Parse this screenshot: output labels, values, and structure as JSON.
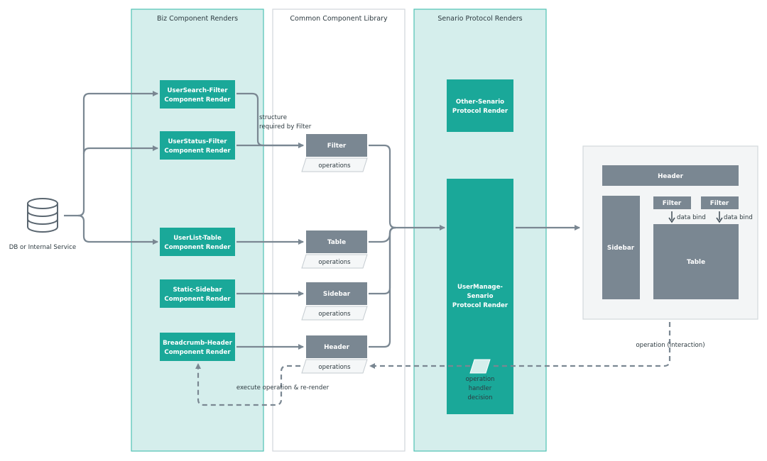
{
  "lanes": {
    "biz": "Biz Component Renders",
    "common": "Common Component Library",
    "senario": "Senario Protocol Renders"
  },
  "source": {
    "label": "DB or Internal Service",
    "icon": "database-icon"
  },
  "biz_renders": [
    {
      "line1": "UserSearch-Filter",
      "line2": "Component Render"
    },
    {
      "line1": "UserStatus-Filter",
      "line2": "Component Render"
    },
    {
      "line1": "UserList-Table",
      "line2": "Component Render"
    },
    {
      "line1": "Static-Sidebar",
      "line2": "Component Render"
    },
    {
      "line1": "Breadcrumb-Header",
      "line2": "Component Render"
    }
  ],
  "common_components": [
    {
      "name": "Filter",
      "ops": "operations"
    },
    {
      "name": "Table",
      "ops": "operations"
    },
    {
      "name": "Sidebar",
      "ops": "operations"
    },
    {
      "name": "Header",
      "ops": "operations"
    }
  ],
  "senario_renders": {
    "other": {
      "line1": "Other-Senario",
      "line2": "Protocol Render"
    },
    "usermanage": {
      "line1": "UserManage-",
      "line2": "Senario",
      "line3": "Protocol Render"
    },
    "handler": {
      "line1": "operation",
      "line2": "handler",
      "line3": "decision"
    }
  },
  "annotations": {
    "structure_line1": "structure",
    "structure_line2": "required by Filter",
    "operation_interaction": "operation (interaction)",
    "execute": "execute operation & re-render"
  },
  "result_ui": {
    "header": "Header",
    "sidebar": "Sidebar",
    "filter1": "Filter",
    "filter2": "Filter",
    "table": "Table",
    "bind1": "data bind",
    "bind2": "data bind"
  },
  "colors": {
    "teal": "#1aa899",
    "lane_fill": "#d5eeec",
    "lane_border": "#4fc2b5",
    "gray_box": "#7a8792",
    "connector": "#7a8792"
  }
}
